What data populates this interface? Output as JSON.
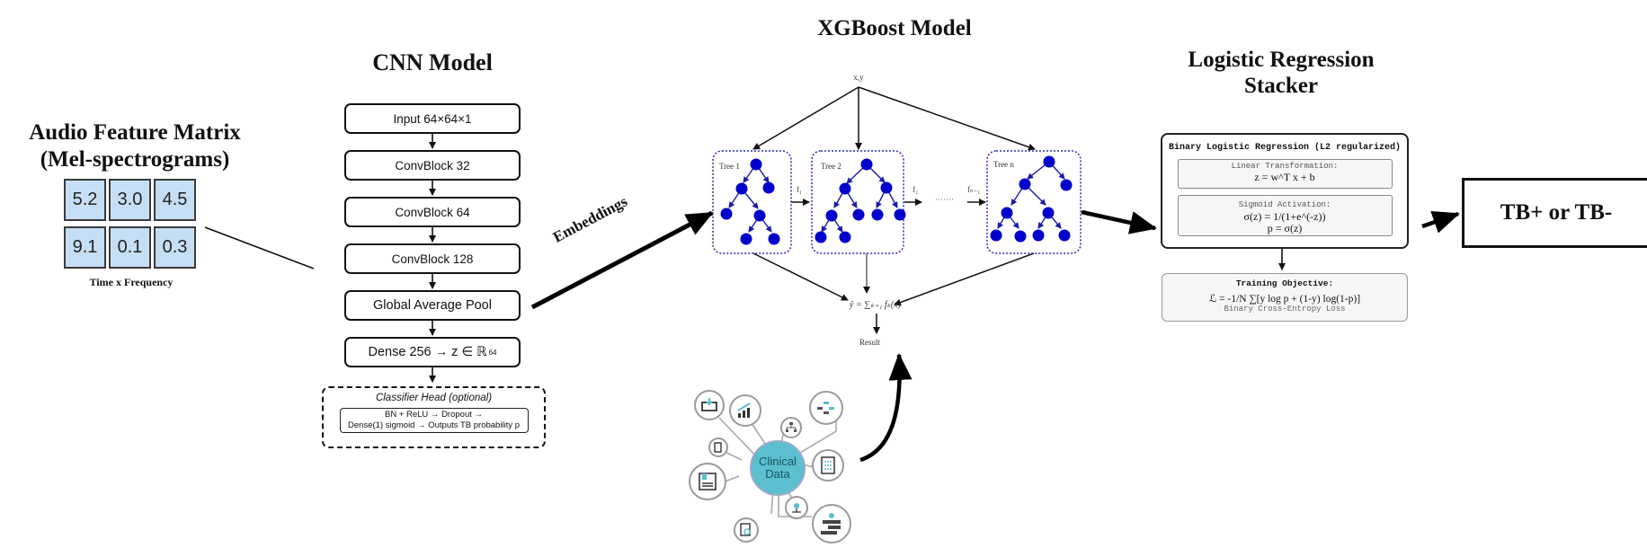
{
  "audio": {
    "title_line1": "Audio Feature Matrix",
    "title_line2": "(Mel-spectrograms)",
    "matrix": [
      [
        "5.2",
        "3.0",
        "4.5"
      ],
      [
        "9.1",
        "0.1",
        "0.3"
      ]
    ],
    "caption": "Time x Frequency",
    "cell_color": "#c6def5"
  },
  "cnn": {
    "title": "CNN Model",
    "layers": [
      "Input 64×64×1",
      "ConvBlock 32",
      "ConvBlock 64",
      "ConvBlock 128",
      "Global Average Pool",
      "Dense 256 → z ∈ ℝ"
    ],
    "dense_superscript": "64",
    "head": {
      "title": "Classifier Head (optional)",
      "line1": "BN + ReLU → Dropout →",
      "line2": "Dense(1) sigmoid → Outputs TB probability p"
    }
  },
  "embeddings_label": "Embeddings",
  "xgboost": {
    "title": "XGBoost Model",
    "input_label": "x,y",
    "trees": [
      "Tree 1",
      "Tree 2",
      "Tree n"
    ],
    "edge_labels": [
      "f₁",
      "f₂",
      "fₙ₋₁"
    ],
    "ellipsis": "·······",
    "formula": "ŷ = ∑ₖ₌₁ fₖ(x)",
    "formula_sup": "m",
    "result_label": "Result",
    "node_color": "#0000cc",
    "box_border_color": "#2b2bb0"
  },
  "clinical": {
    "label_line1": "Clinical",
    "label_line2": "Data",
    "accent_color": "#5bbfd0",
    "icons": [
      "download-monitor-icon",
      "growth-chart-icon",
      "hierarchy-icon",
      "org-chart-icon",
      "document-icon",
      "spreadsheet-icon",
      "profile-card-icon",
      "gear-network-icon",
      "search-document-icon",
      "workflow-icon"
    ]
  },
  "stacker": {
    "title_line1": "Logistic Regression",
    "title_line2": "Stacker",
    "box_title": "Binary Logistic Regression (L2 regularized)",
    "linear": {
      "label": "Linear Transformation:",
      "formula": "z = w^T x + b"
    },
    "sigmoid": {
      "label": "Sigmoid Activation:",
      "formula1": "σ(z) = 1/(1+e^(-z))",
      "formula2": "p = σ(z)"
    },
    "objective": {
      "label": "Training Objective:",
      "formula": "ℒ = -1/N ∑[y log p + (1-y) log(1-p)]",
      "caption": "Binary Cross-Entropy Loss"
    }
  },
  "output": {
    "label": "TB+ or TB-"
  }
}
